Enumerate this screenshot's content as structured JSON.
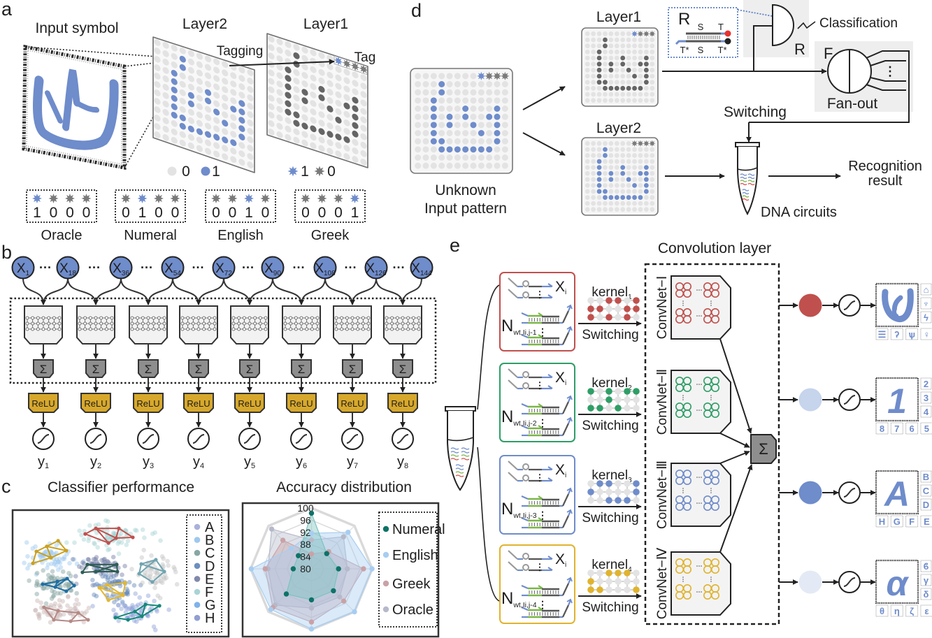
{
  "figure": {
    "panel_labels": {
      "a": "a",
      "b": "b",
      "c": "c",
      "d": "d",
      "e": "e"
    }
  },
  "palette": {
    "active_blue": "#6f8ccb",
    "inactive_dot": "#e3e3e3",
    "layer1_dot": "#656565",
    "tag_inactive": "#7a7a7a",
    "sum_gray": "#8e8e8e",
    "relu_gold": "#d7a82b",
    "block_fill": "#f2f2f2",
    "panel_gray": "#eeeeee",
    "strand_gray": "#555555",
    "strand_blue": "#6f8ccb",
    "strand_green": "#7ab648",
    "strand_red": "#d9534f"
  },
  "pattern": {
    "rows": [
      "000000000000",
      "000100000000",
      "000100000000",
      "001000000000",
      "001000100010",
      "001010100110",
      "001010010010",
      "001000001010",
      "001100000010",
      "000111111100",
      "000000000000",
      "000000000000"
    ]
  },
  "panel_a": {
    "input_title": "Input symbol",
    "layer2_title": "Layer2",
    "layer1_title": "Layer1",
    "tagging": "Tagging",
    "tag": "Tag",
    "layer1_tag_bits": "1000",
    "dot_legend": [
      {
        "value": "0",
        "state": "inactive"
      },
      {
        "value": "1",
        "state": "active"
      }
    ],
    "star_legend": [
      {
        "value": "1",
        "state": "active"
      },
      {
        "value": "0",
        "state": "inactive"
      }
    ],
    "tag_codes": [
      {
        "name": "Oracle",
        "bits": "1000"
      },
      {
        "name": "Numeral",
        "bits": "0100"
      },
      {
        "name": "English",
        "bits": "0010"
      },
      {
        "name": "Greek",
        "bits": "0001"
      }
    ]
  },
  "panel_b": {
    "inputs": [
      {
        "base": "X",
        "sub": "1"
      },
      {
        "base": "X",
        "sub": "18"
      },
      {
        "base": "X",
        "sub": "36"
      },
      {
        "base": "X",
        "sub": "54"
      },
      {
        "base": "X",
        "sub": "72"
      },
      {
        "base": "X",
        "sub": "90"
      },
      {
        "base": "X",
        "sub": "108"
      },
      {
        "base": "X",
        "sub": "126"
      },
      {
        "base": "X",
        "sub": "144"
      }
    ],
    "ellipsis": "···",
    "sum_symbol": "Σ",
    "activation": "ReLU",
    "outputs": [
      {
        "base": "y",
        "sub": "1"
      },
      {
        "base": "y",
        "sub": "2"
      },
      {
        "base": "y",
        "sub": "3"
      },
      {
        "base": "y",
        "sub": "4"
      },
      {
        "base": "y",
        "sub": "5"
      },
      {
        "base": "y",
        "sub": "6"
      },
      {
        "base": "y",
        "sub": "7"
      },
      {
        "base": "y",
        "sub": "8"
      }
    ]
  },
  "panel_d": {
    "input_caption": [
      "Unknown",
      "Input pattern"
    ],
    "input_tag_bits": "1000",
    "layer1_title": "Layer1",
    "layer1_tag_bits": "1000",
    "layer2_title": "Layer2",
    "layer2_tag_bits": "0000",
    "reporter_label": "R",
    "strand_top_labels": [
      "S",
      "T"
    ],
    "strand_bottom_labels": [
      "T*",
      "S",
      "T*"
    ],
    "fluorophore_color": "#e8322e",
    "quencher_color": "#222222",
    "gate_label": "R",
    "classification": "Classification",
    "fanout_label": "F",
    "fanout_caption": "Fan-out",
    "ellipsis_v": "⋮",
    "switching": "Switching",
    "result_caption": [
      "Recognition",
      "result"
    ],
    "tube_caption": "DNA circuits"
  },
  "panel_e": {
    "title": "Convolution layer",
    "sum_symbol": "Σ",
    "input_label": "X",
    "input_sub": "i",
    "weight_label": "N",
    "kernel_label": "kernel",
    "switching": "Switching",
    "ellipsis_v": "⋮",
    "branches": [
      {
        "net": "ConvNet−Ⅰ",
        "color": "#c0504d",
        "weight_sub": "wt,Ii,j-1",
        "kernel_sub": "1",
        "kernel": [
          "001101",
          "110011",
          "101010"
        ],
        "output_color": "#c0504d",
        "result": {
          "main": "",
          "main_icon": "oracle-glyph",
          "side": [
            "⌂",
            "♆",
            "ϟ"
          ],
          "bottom": [
            "☰",
            "ʔ",
            "ѱ",
            "♀"
          ]
        }
      },
      {
        "net": "ConvNet−Ⅱ",
        "color": "#2e9e66",
        "weight_sub": "wt,Ii,j-2",
        "kernel_sub": "2",
        "kernel": [
          "101011",
          "001000",
          "110100"
        ],
        "output_color": "#c6d4ec",
        "result": {
          "main": "1",
          "main_icon": null,
          "side": [
            "2",
            "3",
            "4"
          ],
          "bottom": [
            "8",
            "7",
            "6",
            "5"
          ]
        }
      },
      {
        "net": "ConvNet−Ⅲ",
        "color": "#6f8ccb",
        "weight_sub": "wt,Ii,j-3",
        "kernel_sub": "3",
        "kernel": [
          "011001",
          "100001",
          "001110"
        ],
        "output_color": "#6f8ccb",
        "result": {
          "main": "A",
          "main_icon": null,
          "side": [
            "B",
            "C",
            "D"
          ],
          "bottom": [
            "H",
            "G",
            "F",
            "E"
          ]
        }
      },
      {
        "net": "ConvNet−Ⅳ",
        "color": "#e0b32e",
        "weight_sub": "wt,Ii,j-4",
        "kernel_sub": "4",
        "kernel": [
          "001110",
          "100000",
          "110001"
        ],
        "output_color": "#e3eaf5",
        "result": {
          "main": "α",
          "main_icon": null,
          "side": [
            "ϐ",
            "γ",
            "δ"
          ],
          "bottom": [
            "θ",
            "η",
            "ζ",
            "ε"
          ]
        }
      }
    ]
  },
  "chart_data": [
    {
      "type": "scatter",
      "title": "Classifier performance",
      "xlabel": "",
      "ylabel": "",
      "xlim": [
        0,
        100
      ],
      "ylim": [
        0,
        100
      ],
      "axes_visible": false,
      "legend": {
        "placement": "right",
        "entries": [
          {
            "label": "A",
            "color": "#a9b1da"
          },
          {
            "label": "B",
            "color": "#9ec8ee"
          },
          {
            "label": "C",
            "color": "#88a7a4"
          },
          {
            "label": "D",
            "color": "#6b8fbf"
          },
          {
            "label": "E",
            "color": "#8189a9"
          },
          {
            "label": "F",
            "color": "#a9d4d4"
          },
          {
            "label": "G",
            "color": "#7fb1ea"
          },
          {
            "label": "H",
            "color": "#919ed1"
          }
        ]
      },
      "clusters": [
        {
          "color": "#a6d3d3",
          "center": [
            57,
            81
          ],
          "spread": [
            23,
            13
          ],
          "n": 75
        },
        {
          "color": "#9cc8ef",
          "center": [
            20,
            65
          ],
          "spread": [
            16,
            13
          ],
          "n": 60
        },
        {
          "color": "#6e7ba4",
          "center": [
            50,
            55
          ],
          "spread": [
            17,
            11
          ],
          "n": 60
        },
        {
          "color": "#7e9f9c",
          "center": [
            23,
            41
          ],
          "spread": [
            15,
            12
          ],
          "n": 60
        },
        {
          "color": "#5f86b8",
          "center": [
            56,
            37
          ],
          "spread": [
            15,
            15
          ],
          "n": 60
        },
        {
          "color": "#c8b3b3",
          "center": [
            26,
            18
          ],
          "spread": [
            19,
            11
          ],
          "n": 60
        },
        {
          "color": "#c2c2c2",
          "center": [
            82,
            53
          ],
          "spread": [
            13,
            16
          ],
          "n": 55
        },
        {
          "color": "#8c9fd6",
          "center": [
            72,
            18
          ],
          "spread": [
            17,
            13
          ],
          "n": 60
        }
      ],
      "graphs": [
        {
          "color": "#c0504d",
          "nodes": [
            [
              40.9,
              82.9
            ],
            [
              47.3,
              87.6
            ],
            [
              61.2,
              87.6
            ],
            [
              69.6,
              80.0
            ],
            [
              54.9,
              75.3
            ],
            [
              59.5,
              79.4
            ]
          ],
          "edges": [
            [
              0,
              1
            ],
            [
              1,
              2
            ],
            [
              2,
              3
            ],
            [
              3,
              5
            ],
            [
              5,
              4
            ],
            [
              4,
              0
            ],
            [
              1,
              4
            ],
            [
              2,
              5
            ],
            [
              1,
              5
            ]
          ]
        },
        {
          "color": "#c9a020",
          "nodes": [
            [
              11.4,
              68.2
            ],
            [
              17.7,
              72.4
            ],
            [
              24.5,
              77.1
            ],
            [
              29.5,
              68.8
            ],
            [
              20.3,
              62.9
            ],
            [
              9.3,
              58.2
            ]
          ],
          "edges": [
            [
              0,
              1
            ],
            [
              1,
              2
            ],
            [
              2,
              3
            ],
            [
              3,
              4
            ],
            [
              4,
              5
            ],
            [
              5,
              0
            ],
            [
              1,
              3
            ],
            [
              1,
              4
            ],
            [
              0,
              4
            ]
          ]
        },
        {
          "color": "#2f5d55",
          "nodes": [
            [
              39.2,
              50.6
            ],
            [
              42.2,
              57.1
            ],
            [
              59.9,
              57.1
            ],
            [
              60.3,
              51.2
            ],
            [
              47.3,
              51.2
            ]
          ],
          "edges": [
            [
              0,
              1
            ],
            [
              1,
              2
            ],
            [
              2,
              3
            ],
            [
              3,
              4
            ],
            [
              4,
              0
            ],
            [
              1,
              3
            ],
            [
              2,
              4
            ]
          ]
        },
        {
          "color": "#1f6ea3",
          "nodes": [
            [
              15.2,
              40.6
            ],
            [
              24.1,
              42.9
            ],
            [
              30.0,
              45.3
            ],
            [
              34.2,
              39.4
            ],
            [
              29.5,
              34.7
            ],
            [
              22.8,
              38.2
            ]
          ],
          "edges": [
            [
              0,
              1
            ],
            [
              1,
              2
            ],
            [
              2,
              3
            ],
            [
              3,
              4
            ],
            [
              4,
              5
            ],
            [
              5,
              0
            ],
            [
              1,
              5
            ],
            [
              2,
              5
            ]
          ]
        },
        {
          "color": "#70a4b0",
          "nodes": [
            [
              74.7,
              57.6
            ],
            [
              83.5,
              61.2
            ],
            [
              88.6,
              51.2
            ],
            [
              81.4,
              42.4
            ],
            [
              73.4,
              49.4
            ]
          ],
          "edges": [
            [
              0,
              1
            ],
            [
              1,
              2
            ],
            [
              2,
              3
            ],
            [
              3,
              4
            ],
            [
              4,
              0
            ],
            [
              0,
              2
            ],
            [
              1,
              4
            ]
          ]
        },
        {
          "color": "#e2b731",
          "nodes": [
            [
              49.4,
              37.6
            ],
            [
              54.0,
              40.0
            ],
            [
              65.0,
              41.8
            ],
            [
              63.7,
              31.2
            ],
            [
              54.9,
              27.1
            ]
          ],
          "edges": [
            [
              0,
              1
            ],
            [
              1,
              2
            ],
            [
              2,
              3
            ],
            [
              3,
              4
            ],
            [
              4,
              0
            ],
            [
              1,
              3
            ],
            [
              0,
              3
            ]
          ]
        },
        {
          "color": "#b58985",
          "nodes": [
            [
              16.0,
              21.2
            ],
            [
              24.5,
              18.2
            ],
            [
              36.7,
              16.5
            ],
            [
              42.6,
              10.6
            ],
            [
              32.1,
              9.4
            ],
            [
              21.9,
              10.6
            ]
          ],
          "edges": [
            [
              0,
              1
            ],
            [
              1,
              2
            ],
            [
              2,
              3
            ],
            [
              3,
              4
            ],
            [
              4,
              5
            ],
            [
              5,
              0
            ],
            [
              1,
              5
            ],
            [
              2,
              4
            ]
          ]
        },
        {
          "color": "#15877a",
          "nodes": [
            [
              59.1,
              12.4
            ],
            [
              70.9,
              17.6
            ],
            [
              77.2,
              23.5
            ],
            [
              85.7,
              22.4
            ],
            [
              75.1,
              13.5
            ],
            [
              66.7,
              10.6
            ]
          ],
          "edges": [
            [
              0,
              1
            ],
            [
              1,
              2
            ],
            [
              2,
              3
            ],
            [
              3,
              4
            ],
            [
              4,
              5
            ],
            [
              5,
              0
            ],
            [
              1,
              4
            ],
            [
              2,
              4
            ]
          ]
        }
      ]
    },
    {
      "type": "radar",
      "title": "Accuracy distribution",
      "n_axes": 8,
      "rlim": [
        80,
        100
      ],
      "rticks": [
        80,
        84,
        88,
        92,
        96,
        100
      ],
      "grid": true,
      "legend": {
        "placement": "right"
      },
      "series": [
        {
          "name": "Numeral",
          "color": "#0e7268",
          "fill": "#7cc3bf",
          "values": [
            98.3,
            87.1,
            88.9,
            90.2,
            90.2,
            91.7,
            86.0,
            86.1
          ]
        },
        {
          "name": "English",
          "color": "#a8cdf1",
          "fill": "#a8cdf1",
          "values": [
            91.7,
            97.0,
            99.9,
            100.0,
            99.8,
            98.9,
            99.8,
            89.5
          ]
        },
        {
          "name": "Greek",
          "color": "#c9a2a7",
          "fill": "#c9a2a7",
          "values": [
            84.9,
            88.0,
            97.1,
            95.0,
            97.5,
            98.0,
            95.2,
            93.3
          ]
        },
        {
          "name": "Oracle",
          "color": "#b6b9ca",
          "fill": "#b6b9ca",
          "values": [
            89.5,
            94.9,
            91.8,
            93.1,
            92.9,
            96.9,
            94.3,
            98.5
          ]
        }
      ]
    }
  ]
}
